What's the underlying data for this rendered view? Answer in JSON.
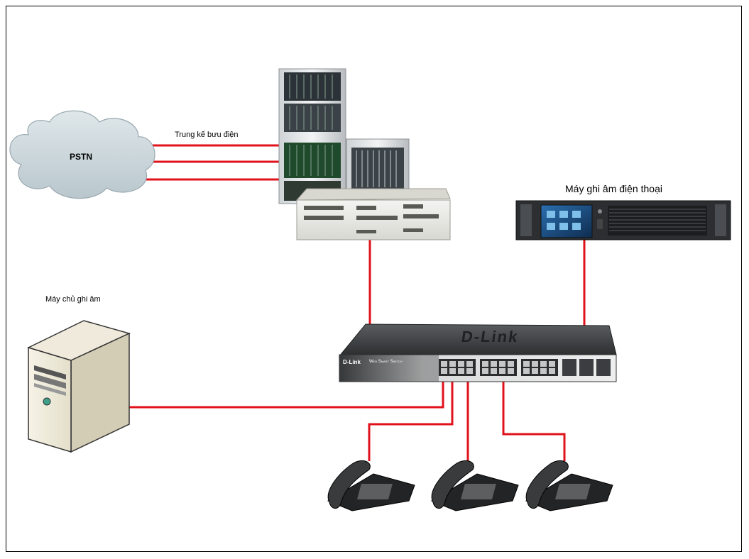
{
  "diagram": {
    "cloud_label": "PSTN",
    "trunk_label": "Trung kế bưu điện",
    "recorder_label": "Máy ghi âm điện thoại",
    "server_label": "Máy chủ ghi âm",
    "switch_brand": "D-Link",
    "switch_series": "Web Smart Switch",
    "link_color": "#e0121b"
  }
}
